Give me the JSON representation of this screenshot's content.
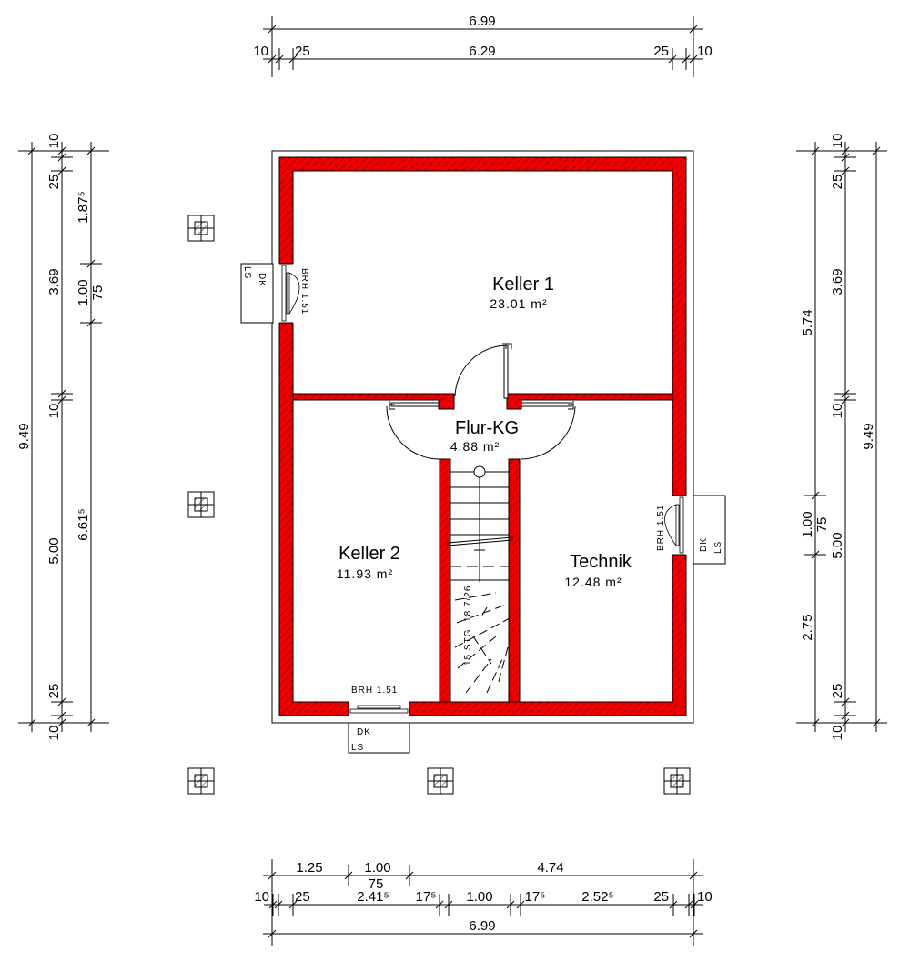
{
  "colors": {
    "wall": "#ee0000",
    "hatch": "#5a0000",
    "line": "#000000"
  },
  "rooms": [
    {
      "name": "Keller 1",
      "area": "23.01 m²"
    },
    {
      "name": "Flur-KG",
      "area": "4.88 m²"
    },
    {
      "name": "Keller 2",
      "area": "11.93 m²"
    },
    {
      "name": "Technik",
      "area": "12.48 m²"
    }
  ],
  "stair": {
    "label": "15 STG. 18.7/26"
  },
  "windows": [
    {
      "brh": "BRH 1.51",
      "type1": "DK",
      "type2": "LS"
    },
    {
      "brh": "BRH 1.51",
      "type1": "DK",
      "type2": "LS"
    },
    {
      "brh": "BRH 1.51",
      "type1": "DK",
      "type2": "LS"
    }
  ],
  "dimensions": {
    "top": {
      "overall": "6.99",
      "detail": [
        "10",
        "25",
        "6.29",
        "25",
        "10"
      ]
    },
    "bottom": {
      "openings": [
        "1.25",
        "1.00",
        "4.74"
      ],
      "sill": "75",
      "detail": [
        "10",
        "25",
        "2.41⁵",
        "17⁵",
        "1.00",
        "17⁵",
        "2.52⁵",
        "25",
        "10"
      ],
      "overall": "6.99"
    },
    "left": {
      "overall": "9.49",
      "walls": [
        "10",
        "25",
        "3.69",
        "10",
        "5.00",
        "25",
        "10"
      ],
      "openings": [
        "1.87⁵",
        "1.00",
        "6.61⁵"
      ],
      "sill": "75"
    },
    "right": {
      "overall": "9.49",
      "walls": [
        "10",
        "25",
        "3.69",
        "10",
        "5.00",
        "25",
        "10"
      ],
      "openings": [
        "5.74",
        "1.00",
        "2.75"
      ],
      "sill": "75"
    }
  }
}
